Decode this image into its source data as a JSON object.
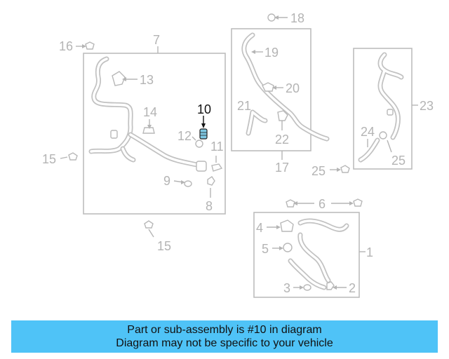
{
  "labels": {
    "l1": "1",
    "l2": "2",
    "l3": "3",
    "l4": "4",
    "l5": "5",
    "l6": "6",
    "l7": "7",
    "l8": "8",
    "l9": "9",
    "l10": "10",
    "l11": "11",
    "l12": "12",
    "l13": "13",
    "l14": "14",
    "l15a": "15",
    "l15b": "15",
    "l16": "16",
    "l17": "17",
    "l18": "18",
    "l19": "19",
    "l20": "20",
    "l21": "21",
    "l22": "22",
    "l23": "23",
    "l24": "24",
    "l25a": "25",
    "l25b": "25"
  },
  "highlight_part": "10",
  "colors": {
    "banner": "#4fc3f7",
    "line_art": "#c2c2c2",
    "highlight": "#111111",
    "part_fill": "#7ec8e3"
  },
  "banner": {
    "line1": "Part or sub-assembly is #10 in diagram",
    "line2": "Diagram may not be specific to your vehicle"
  }
}
